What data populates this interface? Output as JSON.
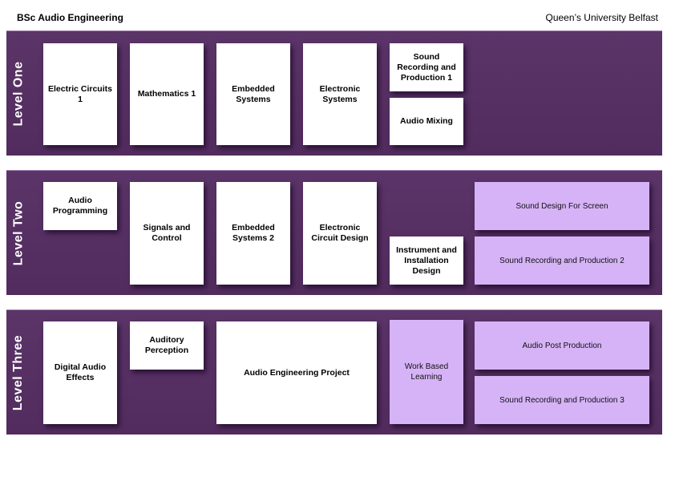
{
  "header": {
    "title": "BSc Audio Engineering",
    "institution": "Queen’s University Belfast"
  },
  "colors": {
    "panel": "#5b3468",
    "core_module": "#ffffff",
    "optional_module": "#d6b3f7"
  },
  "levels": [
    {
      "label": "Level One",
      "modules": [
        {
          "name": "Electric Circuits 1",
          "type": "core"
        },
        {
          "name": "Mathematics 1",
          "type": "core"
        },
        {
          "name": "Embedded Systems",
          "type": "core"
        },
        {
          "name": "Electronic Systems",
          "type": "core"
        },
        {
          "name": "Sound Recording and Production 1",
          "type": "core"
        },
        {
          "name": "Audio Mixing",
          "type": "core"
        }
      ]
    },
    {
      "label": "Level Two",
      "modules": [
        {
          "name": "Audio Programming",
          "type": "core"
        },
        {
          "name": "Signals and Control",
          "type": "core"
        },
        {
          "name": "Embedded Systems 2",
          "type": "core"
        },
        {
          "name": "Electronic Circuit Design",
          "type": "core"
        },
        {
          "name": "Instrument and Installation Design",
          "type": "core"
        },
        {
          "name": "Sound Design For Screen",
          "type": "optional"
        },
        {
          "name": "Sound Recording and Production 2",
          "type": "optional"
        }
      ]
    },
    {
      "label": "Level Three",
      "modules": [
        {
          "name": "Digital Audio Effects",
          "type": "core"
        },
        {
          "name": "Auditory Perception",
          "type": "core"
        },
        {
          "name": "Audio Engineering Project",
          "type": "core"
        },
        {
          "name": "Work Based Learning",
          "type": "optional"
        },
        {
          "name": "Audio Post Production",
          "type": "optional"
        },
        {
          "name": "Sound Recording and Production 3",
          "type": "optional"
        }
      ]
    }
  ]
}
